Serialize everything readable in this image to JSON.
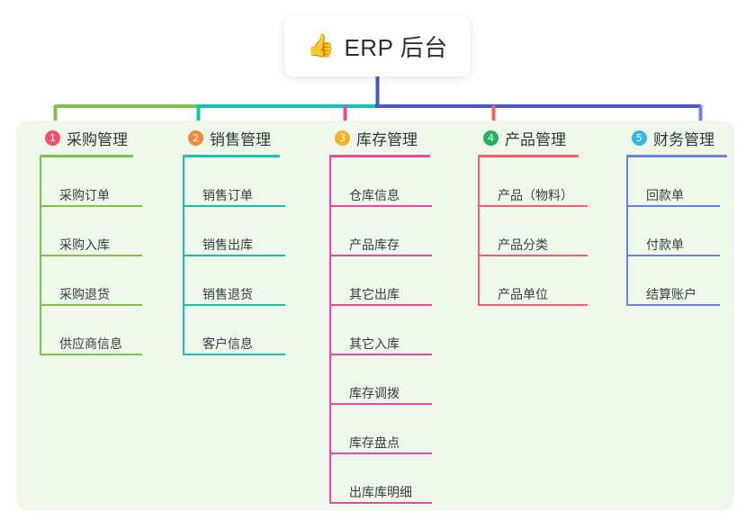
{
  "root": {
    "icon": "thumbs-up-icon",
    "emoji": "👍",
    "title": "ERP 后台"
  },
  "palette": {
    "panel_background": "#eef7e9",
    "page_background": "#ffffff",
    "root_stem": "#4a57c4",
    "bus_left": "#7dc24b",
    "bus_mid": "#16c2ab",
    "bus_right": "#4a57c4"
  },
  "columns": [
    {
      "index": "1",
      "badge_color": "#f4516c",
      "line_color": "#7dc24b",
      "title": "采购管理",
      "items": [
        "采购订单",
        "采购入库",
        "采购退货",
        "供应商信息"
      ]
    },
    {
      "index": "2",
      "badge_color": "#f08a3c",
      "line_color": "#16c2ab",
      "title": "销售管理",
      "items": [
        "销售订单",
        "销售出库",
        "销售退货",
        "客户信息"
      ]
    },
    {
      "index": "3",
      "badge_color": "#f5b324",
      "line_color": "#ec4899",
      "title": "库存管理",
      "items": [
        "仓库信息",
        "产品库存",
        "其它出库",
        "其它入库",
        "库存调拨",
        "库存盘点",
        "出库库明细"
      ]
    },
    {
      "index": "4",
      "badge_color": "#25b061",
      "line_color": "#f4606c",
      "title": "产品管理",
      "items": [
        "产品（物料）",
        "产品分类",
        "产品单位"
      ]
    },
    {
      "index": "5",
      "badge_color": "#36b6e8",
      "line_color": "#6b84d8",
      "title": "财务管理",
      "items": [
        "回款单",
        "付款单",
        "结算账户"
      ]
    }
  ]
}
